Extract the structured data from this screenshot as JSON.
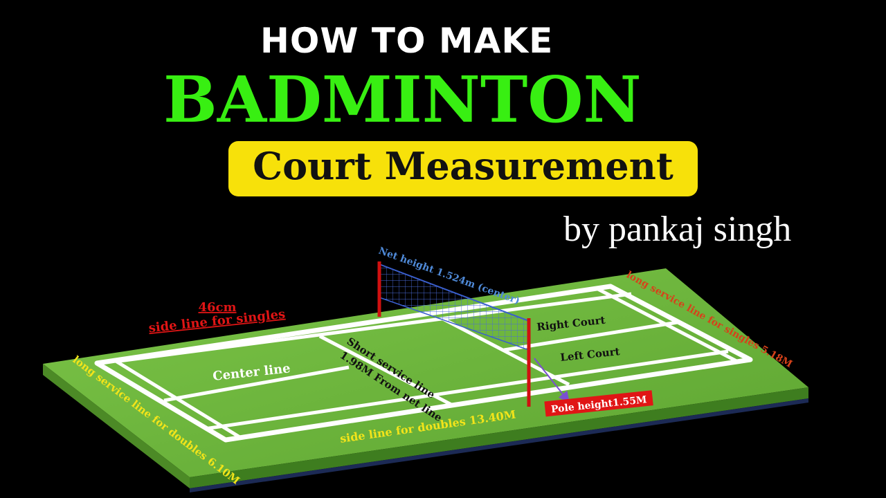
{
  "title": {
    "line1": "HOW TO MAKE",
    "line2": "BADMINTON",
    "line3": "Court Measurement",
    "byline": "by pankaj singh"
  },
  "labels": {
    "net_height": "Net  height 1.524m (center)",
    "singles_width_value": "46cm",
    "singles_side": "side line for singles",
    "long_doubles": "long service line for doubles 6.10M",
    "center_line": "Center line",
    "short_service_1": "Short service line",
    "short_service_2": "1.98M From net line",
    "side_doubles": "side line for doubles 13.40M",
    "pole_height": "Pole height1.55M",
    "right_court": "Right Court",
    "left_court": "Left Court",
    "long_singles": "long service line for singles 5.18M"
  },
  "colors": {
    "background": "#000000",
    "title_white": "#ffffff",
    "title_green": "#38ef12",
    "pill_yellow": "#f7e10a",
    "court_green": "#6fb73c",
    "court_lines": "#ffffff",
    "pole_red": "#d01010",
    "net_blue": "#3a5fcd",
    "label_yellow": "#f2e41a",
    "label_red": "#e01515",
    "label_orange": "#d6421a"
  }
}
